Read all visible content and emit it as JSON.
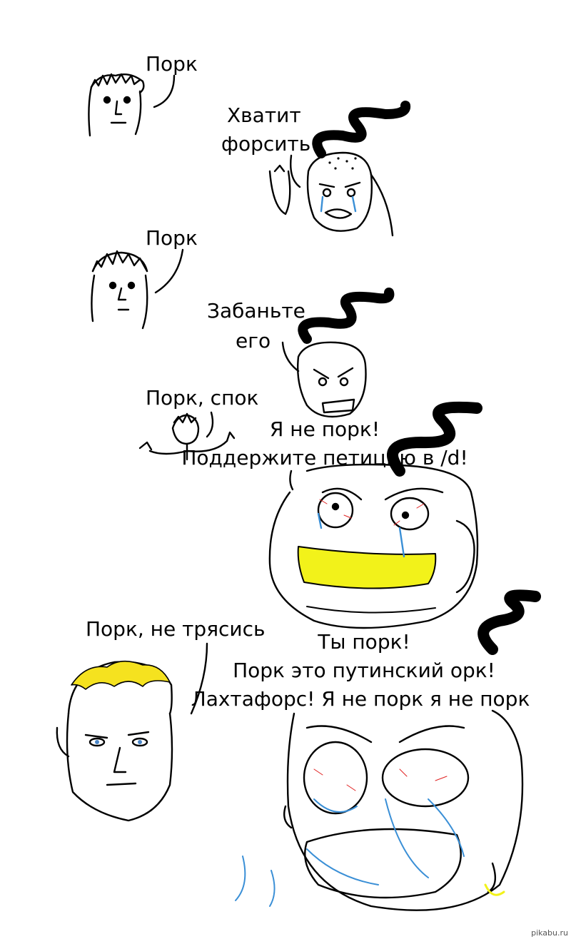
{
  "panels": [
    {
      "id": "p1",
      "lines": [
        "Порк"
      ]
    },
    {
      "id": "p2",
      "lines": [
        "Хватит",
        "форсить"
      ]
    },
    {
      "id": "p3",
      "lines": [
        "Порк"
      ]
    },
    {
      "id": "p4",
      "lines": [
        "Забаньте",
        "его"
      ]
    },
    {
      "id": "p5",
      "lines": [
        "Порк, спок"
      ]
    },
    {
      "id": "p6",
      "lines": [
        "Я не порк!",
        "Поддержите петицию в /d!"
      ]
    },
    {
      "id": "p7",
      "lines": [
        "Порк, не трясись"
      ]
    },
    {
      "id": "p8",
      "lines": [
        "Ты порк!",
        "Порк это путинский орк!",
        "Лахтафорс! Я не порк я не порк"
      ]
    }
  ],
  "watermark": "pikabu.ru",
  "colors": {
    "ink": "#000000",
    "tears": "#3a8fd6",
    "teeth": "#f2f21a",
    "hair": "#f5e21f",
    "blood": "#e02020",
    "eyes": "#4a86c8"
  }
}
